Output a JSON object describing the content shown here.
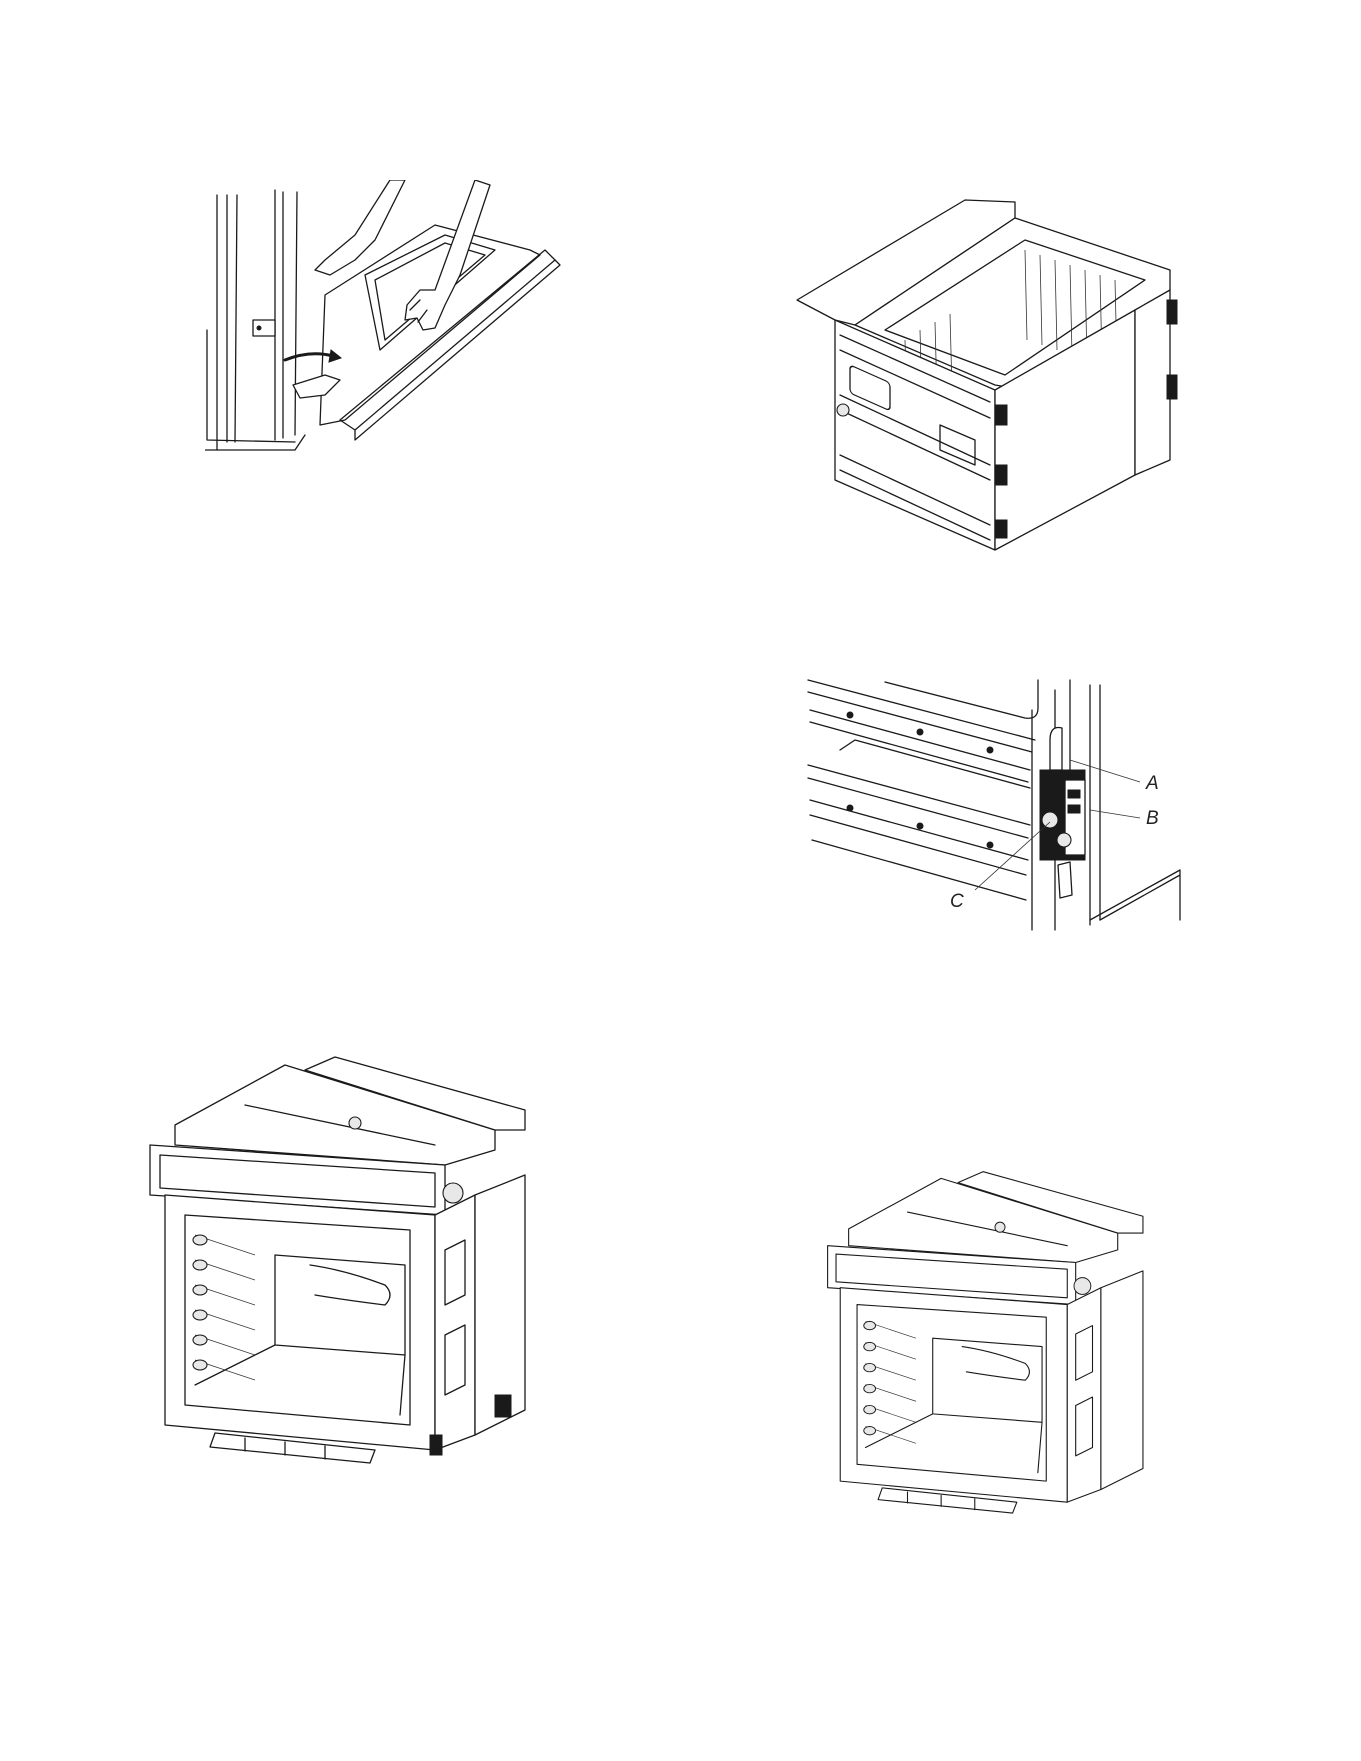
{
  "figures": [
    {
      "id": "door-removal",
      "description_icon": "door-lift-off-illustration"
    },
    {
      "id": "oven-cavity-chassis",
      "description_icon": "oven-chassis-illustration"
    },
    {
      "id": "hinge-detail",
      "description_icon": "hinge-detail-illustration",
      "callouts": [
        "A",
        "B",
        "C"
      ]
    },
    {
      "id": "oven-front-large",
      "description_icon": "oven-front-illustration"
    },
    {
      "id": "oven-front-small",
      "description_icon": "oven-front-illustration"
    }
  ]
}
